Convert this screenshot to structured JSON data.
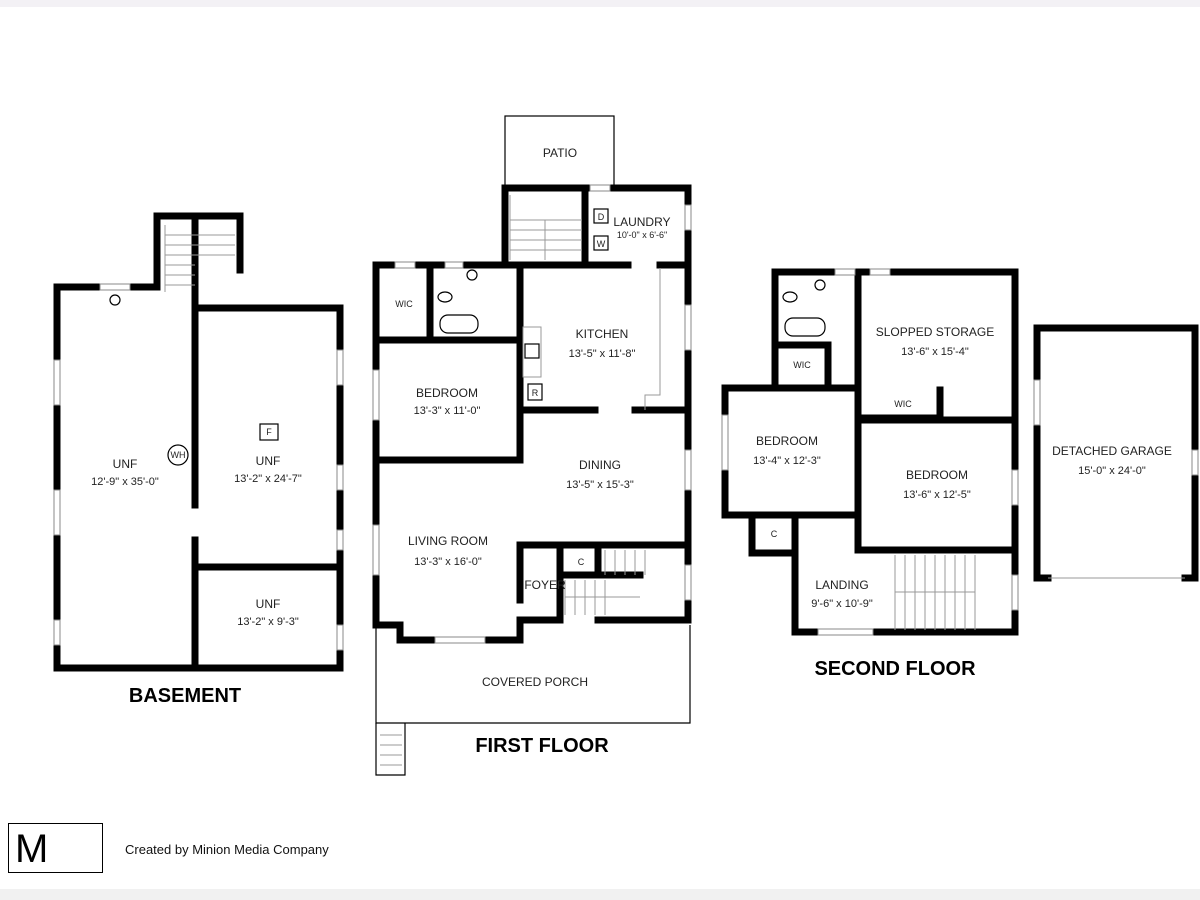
{
  "basement": {
    "title": "BASEMENT",
    "rooms": [
      {
        "label": "UNF",
        "dims": "12'-9\" x 35'-0\""
      },
      {
        "label": "UNF",
        "dims": "13'-2\" x 24'-7\""
      },
      {
        "label": "UNF",
        "dims": "13'-2\" x 9'-3\""
      }
    ],
    "fixtures": {
      "water_heater": "WH",
      "furnace": "F"
    }
  },
  "first_floor": {
    "title": "FIRST FLOOR",
    "rooms": [
      {
        "label": "PATIO"
      },
      {
        "label": "LAUNDRY",
        "dims": "10'-0\" x 6'-6\""
      },
      {
        "label": "WIC"
      },
      {
        "label": "KITCHEN",
        "dims": "13'-5\" x 11'-8\""
      },
      {
        "label": "BEDROOM",
        "dims": "13'-3\" x 11'-0\""
      },
      {
        "label": "DINING",
        "dims": "13'-5\" x 15'-3\""
      },
      {
        "label": "LIVING ROOM",
        "dims": "13'-3\" x 16'-0\""
      },
      {
        "label": "FOYER"
      },
      {
        "label": "C"
      },
      {
        "label": "COVERED PORCH"
      }
    ],
    "fixtures": {
      "dryer": "D",
      "washer": "W",
      "refrigerator": "R"
    }
  },
  "second_floor": {
    "title": "SECOND FLOOR",
    "rooms": [
      {
        "label": "SLOPPED STORAGE",
        "dims": "13'-6\" x 15'-4\""
      },
      {
        "label": "WIC"
      },
      {
        "label": "WIC"
      },
      {
        "label": "BEDROOM",
        "dims": "13'-4\" x 12'-3\""
      },
      {
        "label": "BEDROOM",
        "dims": "13'-6\" x 12'-5\""
      },
      {
        "label": "C"
      },
      {
        "label": "LANDING",
        "dims": "9'-6\" x 10'-9\""
      }
    ]
  },
  "garage": {
    "label": "DETACHED GARAGE",
    "dims": "15'-0\" x 24'-0\""
  },
  "footer": {
    "logo": "M",
    "credit": "Created by Minion Media Company"
  }
}
